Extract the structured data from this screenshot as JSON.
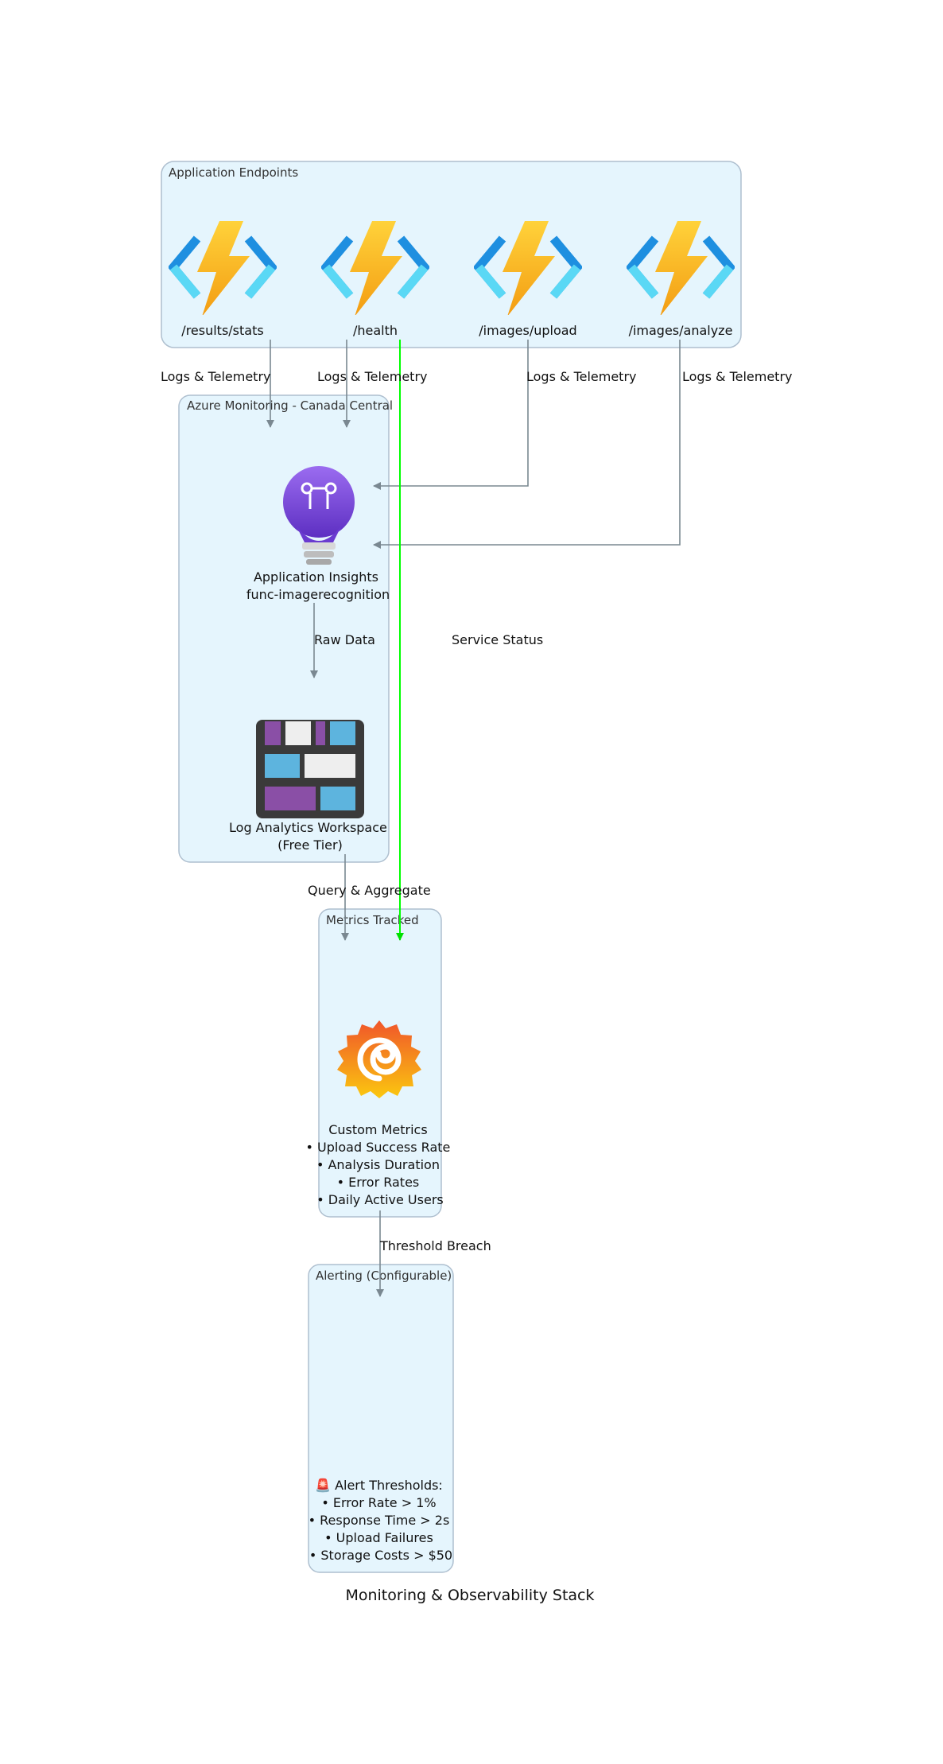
{
  "caption": "Monitoring & Observability Stack",
  "clusters": {
    "endpoints": "Application Endpoints",
    "monitoring": "Azure Monitoring - Canada Central",
    "metrics": "Metrics Tracked",
    "alerting": "Alerting (Configurable)"
  },
  "nodes": {
    "results_stats": "/results/stats",
    "health": "/health",
    "images_upload": "/images/upload",
    "images_analyze": "/images/analyze",
    "appinsights": [
      "Application Insights",
      "func-imagerecognition"
    ],
    "loganalytics": [
      "Log Analytics Workspace",
      "(Free Tier)"
    ],
    "custom_metrics": [
      "Custom Metrics",
      "• Upload Success Rate",
      "• Analysis Duration",
      "• Error Rates",
      "• Daily Active Users"
    ],
    "alert_thresholds": [
      "🚨 Alert Thresholds:",
      "• Error Rate > 1%",
      "• Response Time > 2s",
      "• Upload Failures",
      "• Storage Costs > $50"
    ]
  },
  "edges": {
    "telemetry_1": "Logs & Telemetry",
    "telemetry_2": "Logs & Telemetry",
    "telemetry_3": "Logs & Telemetry",
    "telemetry_4": "Logs & Telemetry",
    "service_status": "Service Status",
    "raw_data": "Raw Data",
    "query": "Query & Aggregate",
    "threshold": "Threshold Breach"
  },
  "colors": {
    "cluster_fill": "#e5f5fd",
    "cluster_stroke": "#aebfcf",
    "edge": "#7a8891",
    "status_edge": "#00ff00"
  },
  "icons": {
    "functions": "azure-function-icon",
    "appinsights": "application-insights-icon",
    "loganalytics": "log-analytics-icon",
    "grafana": "grafana-icon"
  }
}
